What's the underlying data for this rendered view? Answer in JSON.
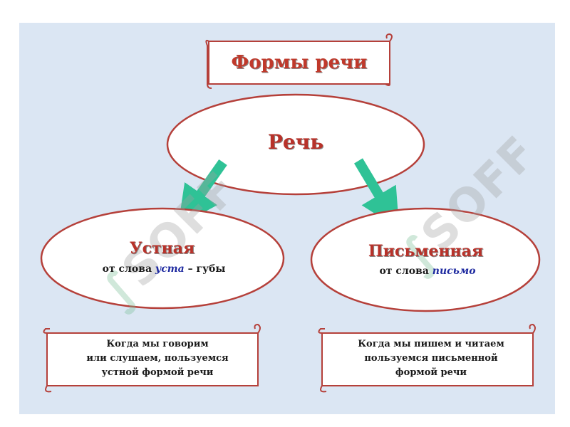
{
  "diagram": {
    "title": "Формы речи",
    "root": "Речь",
    "branches": [
      {
        "title": "Устная",
        "subtitle_prefix": "от слова",
        "subtitle_word": "уста",
        "subtitle_suffix": "– губы",
        "note_lines": [
          "Когда мы говорим",
          "или слушаем, пользуемся",
          "устной формой речи"
        ]
      },
      {
        "title": "Письменная",
        "subtitle_prefix": "от  слова",
        "subtitle_word": "письмо",
        "subtitle_suffix": "",
        "note_lines": [
          "Когда мы пишем и читаем",
          "пользуемся письменной",
          "формой речи"
        ]
      }
    ]
  },
  "colors": {
    "background": "#dbe6f3",
    "shape_fill": "#ffffff",
    "shape_stroke": "#b5403a",
    "heading_text": "#b8322a",
    "emphasis_text": "#1e2aa0",
    "arrow": "#2fc296"
  },
  "watermark": {
    "text": "SOFF",
    "icon": "soff-logo-icon"
  }
}
